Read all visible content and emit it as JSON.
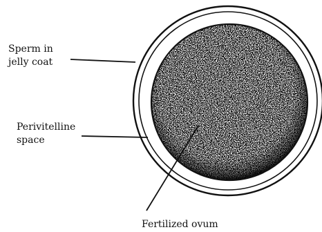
{
  "diagram": {
    "labels": {
      "sperm_in_jelly_coat": "Sperm in\njelly coat",
      "perivitelline_space": "Perivitelline\nspace",
      "fertilized_ovum": "Fertilized ovum"
    }
  }
}
